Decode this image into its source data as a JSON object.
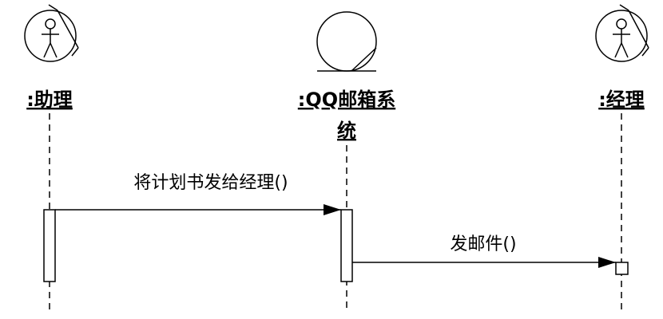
{
  "diagram": {
    "type": "sequence",
    "lifelines": [
      {
        "name": ":助理",
        "icon": "actor-icon"
      },
      {
        "name": ":QQ邮箱系",
        "name_line2": "统",
        "icon": "entity-icon"
      },
      {
        "name": ":经理",
        "icon": "actor-icon"
      }
    ],
    "messages": [
      {
        "label": "将计划书发给经理()",
        "from": ":助理",
        "to": ":QQ邮箱系统"
      },
      {
        "label": "发邮件()",
        "from": ":QQ邮箱系统",
        "to": ":经理"
      }
    ],
    "colors": {
      "line": "#000000",
      "background": "#ffffff"
    }
  }
}
